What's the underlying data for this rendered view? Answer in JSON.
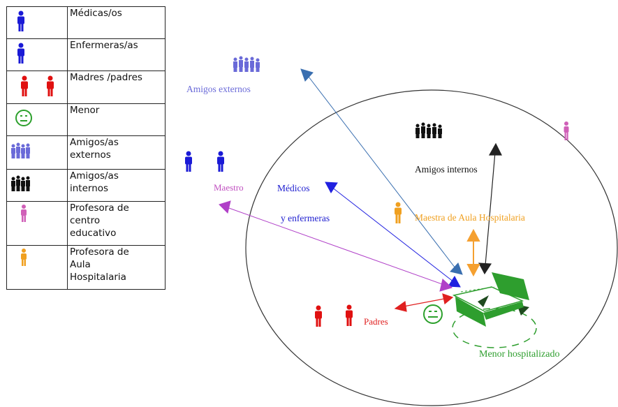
{
  "legend": {
    "rows": [
      {
        "label": "Médicas/os",
        "icon": "doctor-icon",
        "color": "#1a1ad6"
      },
      {
        "label": "Enfermeras/as",
        "icon": "nurse-icon",
        "color": "#1a1ad6"
      },
      {
        "label": "Madres /padres",
        "icon": "parents-icon",
        "color": "#e01010"
      },
      {
        "label": "Menor",
        "icon": "smiley-icon",
        "color": "#2ca02c"
      },
      {
        "label": "Amigos/as\nexternos",
        "icon": "group-icon",
        "color": "#6a6ad8"
      },
      {
        "label": "Amigos/as\ninternos",
        "icon": "group-icon",
        "color": "#111111"
      },
      {
        "label": "Profesora de\ncentro\neducativo",
        "icon": "teacher-icon",
        "color": "#d060b8"
      },
      {
        "label": "Profesora de\nAula\nHospitalaria",
        "icon": "teacher-icon",
        "color": "#f0a020"
      }
    ]
  },
  "diagram": {
    "labels": {
      "amigos_externos": "Amigos externos",
      "amigos_internos": "Amigos internos",
      "maestro": "Maestro",
      "medicos": "Médicos",
      "enfermeras": "y enfermeras",
      "maestra_aula": "Maestra de Aula Hospitalaria",
      "padres": "Padres",
      "menor": "Menor hospitalizado"
    },
    "colors": {
      "amigos_externos": "#3a6fb0",
      "amigos_internos": "#222222",
      "maestro": "#b040c8",
      "medicos": "#2020e0",
      "maestra_aula": "#f5a030",
      "padres": "#e02020",
      "menor": "#2e9e2e",
      "teacher_pink": "#d060b8"
    }
  }
}
